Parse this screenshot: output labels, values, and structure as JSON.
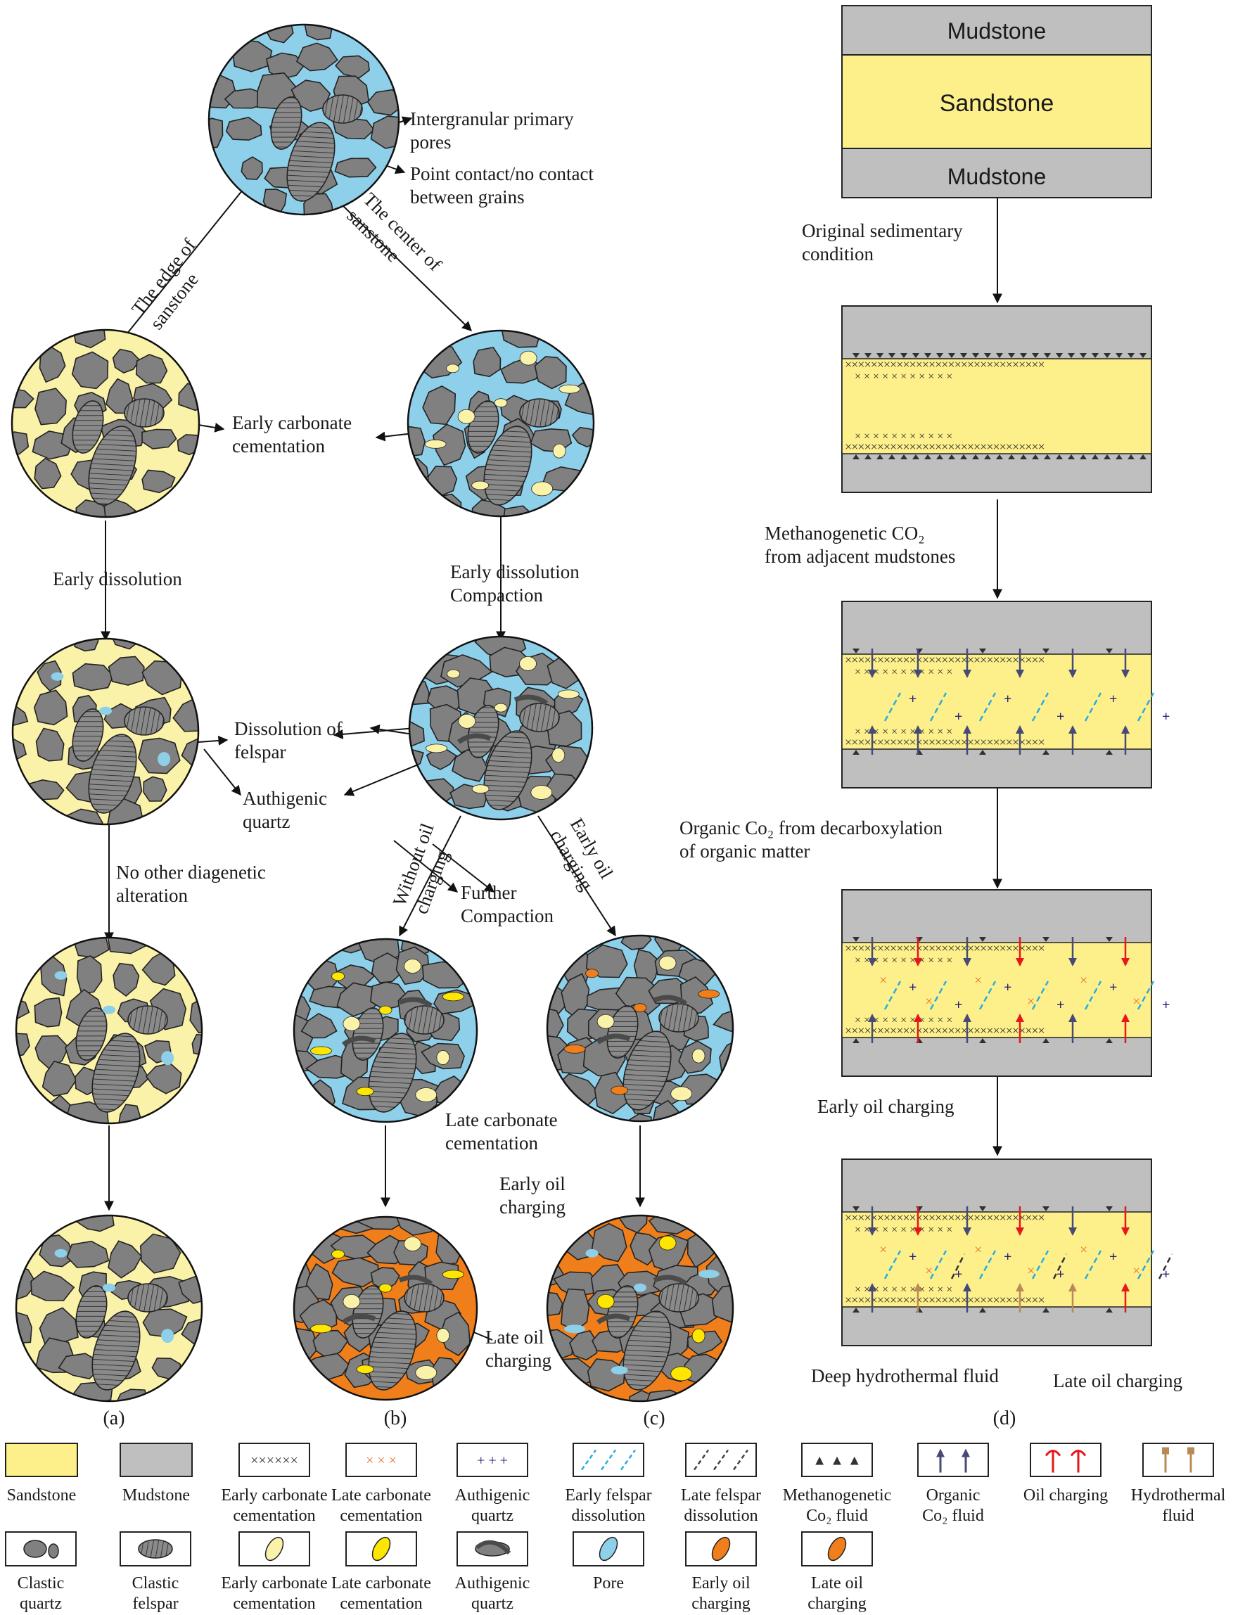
{
  "colors": {
    "sandstone": "#fdf08b",
    "mudstone": "#bfbfbf",
    "pore": "#8ecfe9",
    "grain": "#808080",
    "authigenic_quartz": "#4a4a4a",
    "early_cement": "#fbf2a9",
    "late_cement": "#ffe600",
    "oil": "#f07f1b",
    "early_felspar": "#29abe2",
    "methanogenic": "#303030",
    "organic_co2": "#474a78",
    "late_carbonate_x": "#e8732a",
    "authigenic_plus": "#2a207a",
    "oil_charging": "#e5171b",
    "hydrothermal": "#b98a55"
  },
  "top_circle": {
    "label_pores": "Intergranular primary\npores",
    "label_contact": "Point contact/no contact\nbetween grains"
  },
  "branches": {
    "left": "The edge of\nsanstone",
    "right": "The center of\nsanstone"
  },
  "labels": {
    "early_carbonate": "Early carbonate\ncementation",
    "early_dissolution_a": "Early dissolution",
    "early_dissolution_b": "Early dissolution\nCompaction",
    "dissolution_felspar": "Dissolution of\nfelspar",
    "authigenic_quartz": "Authigenic\nquartz",
    "no_other": "No other diagenetic\nalteration",
    "without_oil": "Without oil\ncharging",
    "further_compaction": "Further\nCompaction",
    "early_oil_branch": "Early oil\ncharging",
    "late_carbonate": "Late carbonate\ncementation",
    "early_oil_charging": "Early oil\ncharging",
    "late_oil_charging": "Late oil\ncharging"
  },
  "panel_labels": [
    "(a)",
    "(b)",
    "(c)",
    "(d)"
  ],
  "column_d": {
    "mudstone": "Mudstone",
    "sandstone": "Sandstone",
    "stages": [
      "Original sedimentary\ncondition",
      "Methanogenetic CO₂\nfrom adjacent mudstones",
      "Organic Co₂ from decarboxylation\nof organic matter",
      "Early oil charging"
    ],
    "bottom_left": "Deep hydrothermal fluid",
    "bottom_right": "Late oil charging"
  },
  "legend": {
    "row1": [
      {
        "id": "sandstone",
        "label": "Sandstone"
      },
      {
        "id": "mudstone",
        "label": "Mudstone"
      },
      {
        "id": "early-carbonate",
        "label": "Early carbonate\ncementation",
        "symbol": "××××××"
      },
      {
        "id": "late-carbonate",
        "label": "Late carbonate\ncementation",
        "symbol": "× × ×"
      },
      {
        "id": "authigenic-quartz",
        "label": "Authigenic\nquartz",
        "symbol": "+ + +"
      },
      {
        "id": "early-felspar",
        "label": "Early felspar\ndissolution"
      },
      {
        "id": "late-felspar",
        "label": "Late felspar\ndissolution"
      },
      {
        "id": "methanogenetic",
        "label": "Methanogenetic\nCo₂ fluid",
        "symbol": "▲ ▲ ▲"
      },
      {
        "id": "organic-co2",
        "label": "Organic\nCo₂ fluid"
      },
      {
        "id": "oil-charging",
        "label": "Oil charging"
      },
      {
        "id": "hydrothermal",
        "label": "Hydrothermal\nfluid"
      }
    ],
    "row2": [
      {
        "id": "clastic-quartz",
        "label": "Clastic\nquartz"
      },
      {
        "id": "clastic-felspar",
        "label": "Clastic\nfelspar"
      },
      {
        "id": "early-carbonate-cem",
        "label": "Early carbonate\ncementation"
      },
      {
        "id": "late-carbonate-cem",
        "label": "Late carbonate\ncementation"
      },
      {
        "id": "authigenic-quartz-grain",
        "label": "Authigenic\nquartz"
      },
      {
        "id": "pore",
        "label": "Pore"
      },
      {
        "id": "early-oil",
        "label": "Early oil\ncharging"
      },
      {
        "id": "late-oil",
        "label": "Late oil\ncharging"
      }
    ]
  }
}
